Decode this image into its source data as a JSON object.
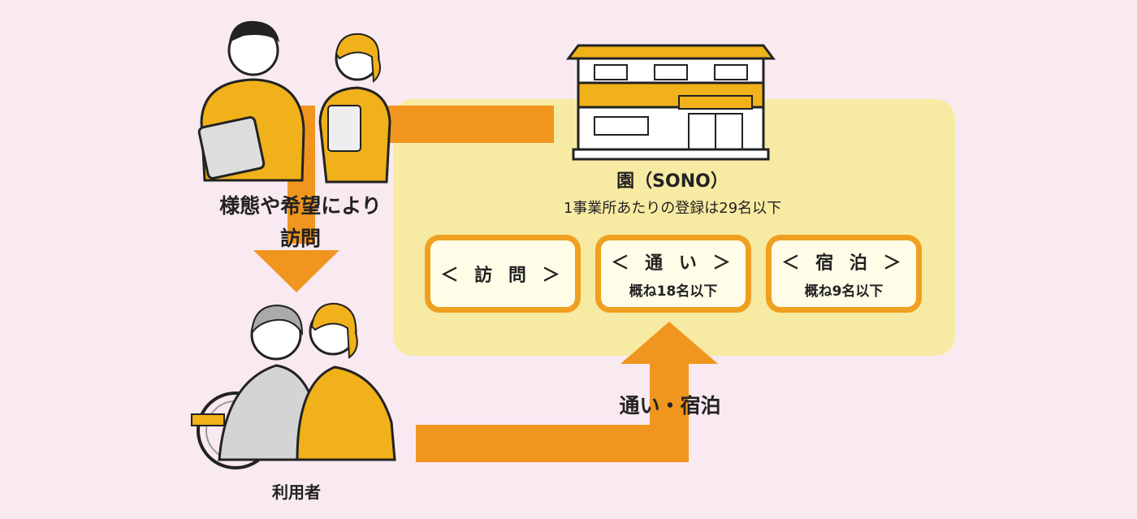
{
  "facility": {
    "name": "園（SONO）",
    "note": "1事業所あたりの登録は29名以下"
  },
  "services": [
    {
      "title": "＜ 訪 問 ＞",
      "sub": ""
    },
    {
      "title": "＜ 通 い ＞",
      "sub": "概ね18名以下"
    },
    {
      "title": "＜ 宿 泊 ＞",
      "sub": "概ね9名以下"
    }
  ],
  "staff_label_line1": "様態や希望により",
  "staff_label_line2": "訪問",
  "user_label": "利用者",
  "return_label": "通い・宿泊",
  "colors": {
    "background": "#f9e9f1",
    "panel": "#f7eba3",
    "arrow": "#f0961e",
    "card_border": "#f0a020",
    "uniform": "#f0b11a"
  },
  "icons": [
    "building-icon",
    "staff-illustration",
    "wheelchair-user-illustration"
  ]
}
